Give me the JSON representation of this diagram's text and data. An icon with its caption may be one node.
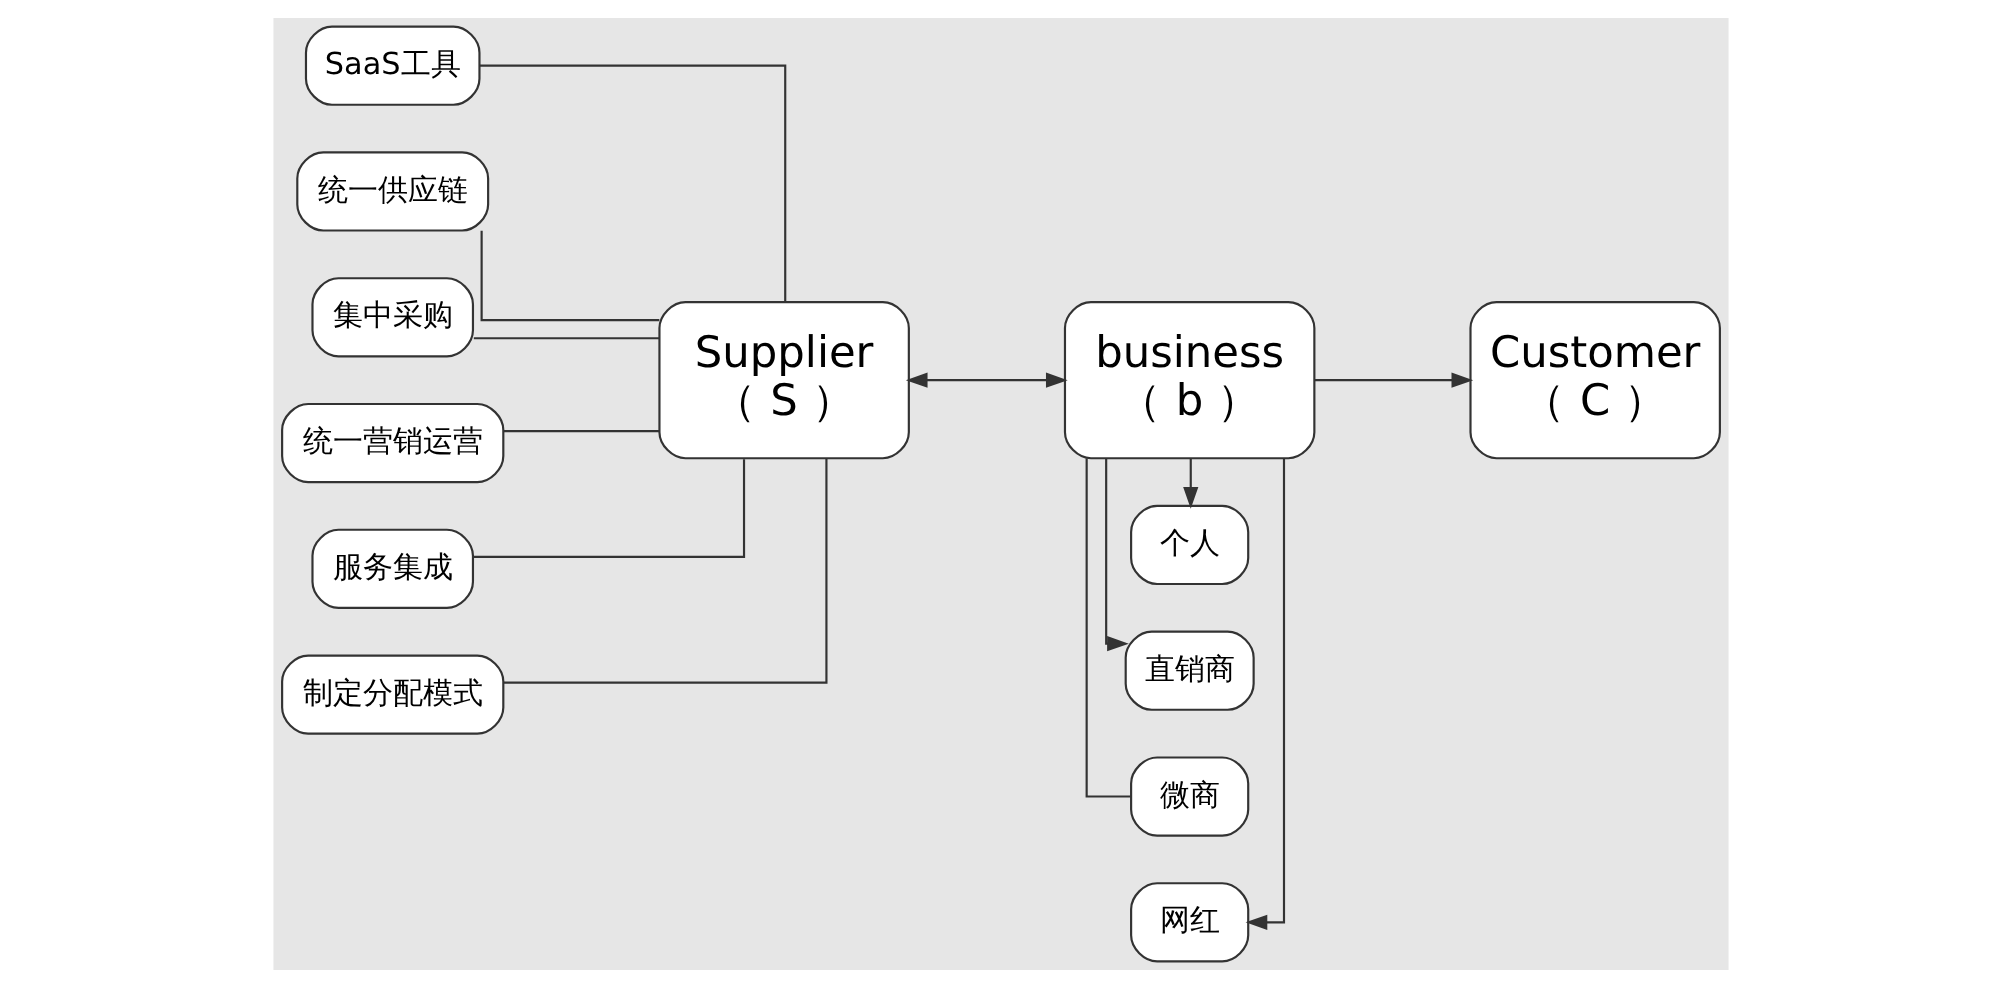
{
  "diagram": {
    "nodes": [
      {
        "text": [
          "SaaS工具"
        ]
      },
      {
        "text": [
          "统一供应链"
        ]
      },
      {
        "text": [
          "集中采购"
        ]
      },
      {
        "text": [
          "统一营销运营"
        ]
      },
      {
        "text": [
          "服务集成"
        ]
      },
      {
        "text": [
          "制定分配模式"
        ]
      },
      {
        "text": [
          "Supplier",
          "（ S ）"
        ]
      },
      {
        "text": [
          "网红"
        ]
      },
      {
        "text": [
          "微商"
        ]
      },
      {
        "text": [
          "business",
          "（ b ）"
        ]
      },
      {
        "text": [
          "Customer",
          "（ C ）"
        ]
      },
      {
        "text": [
          "直销商"
        ]
      },
      {
        "text": [
          "个人"
        ]
      }
    ],
    "edges": [
      {
        "from": 0,
        "to": 6,
        "arrow": "none"
      },
      {
        "from": 1,
        "to": 6,
        "arrow": "none"
      },
      {
        "from": 2,
        "to": 6,
        "arrow": "none"
      },
      {
        "from": 3,
        "to": 6,
        "arrow": "none"
      },
      {
        "from": 4,
        "to": 6,
        "arrow": "none"
      },
      {
        "from": 5,
        "to": 6,
        "arrow": "none"
      },
      {
        "from": 6,
        "to": 9,
        "arrow": "both"
      },
      {
        "from": 9,
        "to": 7,
        "arrow": "to"
      },
      {
        "from": 9,
        "to": 8,
        "arrow": "none"
      },
      {
        "from": 9,
        "to": 11,
        "arrow": "to"
      },
      {
        "from": 9,
        "to": 12,
        "arrow": "to"
      },
      {
        "from": 9,
        "to": 10,
        "arrow": "to"
      }
    ]
  }
}
